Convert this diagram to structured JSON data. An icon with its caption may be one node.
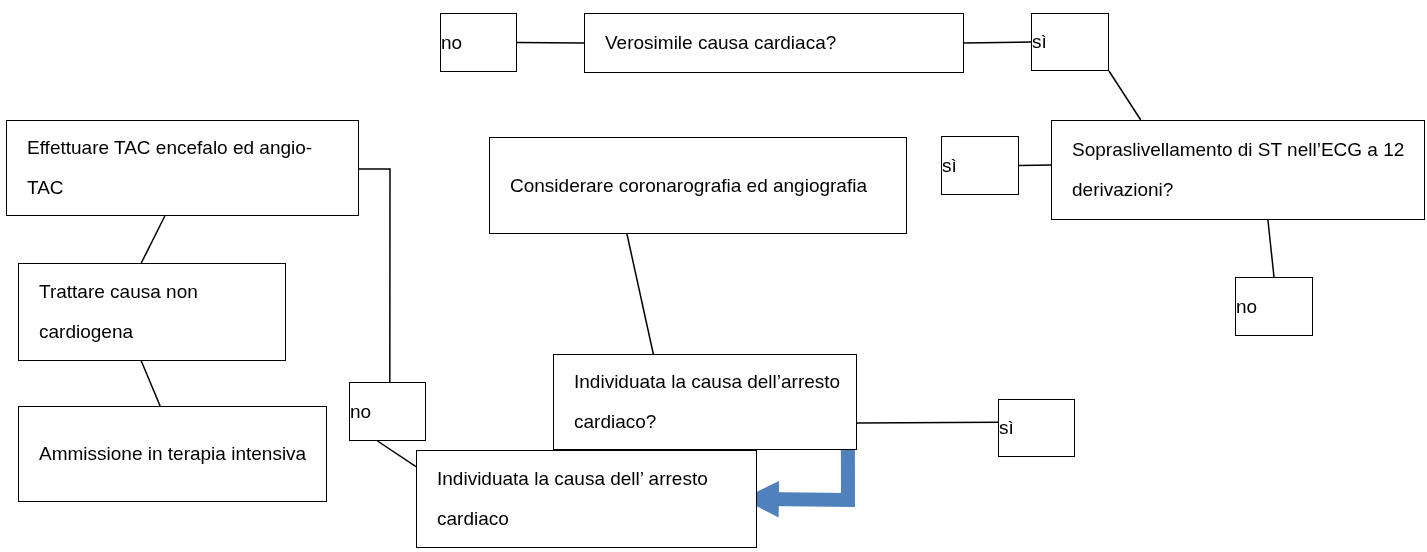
{
  "diagram": {
    "nodes": [
      {
        "text": [
          "no"
        ]
      },
      {
        "text": [
          "Verosimile causa cardiaca?"
        ]
      },
      {
        "text": [
          "sì"
        ]
      },
      {
        "text": [
          "Effettuare TAC encefalo ed angio-TAC"
        ]
      },
      {
        "text": [
          "Considerare coronarografia ed angiografia"
        ]
      },
      {
        "text": [
          "sì"
        ]
      },
      {
        "text": [
          "Sopraslivellamento di ST nell’ECG a 12 derivazioni?"
        ]
      },
      {
        "text": [
          "Trattare causa non cardiogena"
        ]
      },
      {
        "text": [
          "no"
        ]
      },
      {
        "text": [
          "Individuata la causa dell’arresto cardiaco?"
        ]
      },
      {
        "text": [
          "no"
        ]
      },
      {
        "text": [
          "sì"
        ]
      },
      {
        "text": [
          "Ammissione in terapia intensiva"
        ]
      },
      {
        "text": [
          "Individuata la causa dell’ arresto cardiaco"
        ]
      }
    ],
    "edges": [
      {
        "from": 1,
        "to": 0,
        "arrow": "none"
      },
      {
        "from": 1,
        "to": 2,
        "arrow": "none"
      },
      {
        "from": 2,
        "to": 6,
        "arrow": "none"
      },
      {
        "from": 6,
        "to": 5,
        "arrow": "none"
      },
      {
        "from": 6,
        "to": 8,
        "arrow": "none"
      },
      {
        "from": 3,
        "to": 7,
        "arrow": "none"
      },
      {
        "from": 7,
        "to": 12,
        "arrow": "none"
      },
      {
        "from": 3,
        "to": 10,
        "arrow": "none"
      },
      {
        "from": 10,
        "to": 13,
        "arrow": "none"
      },
      {
        "from": 4,
        "to": 9,
        "arrow": "none"
      },
      {
        "from": 9,
        "to": 11,
        "arrow": "none"
      },
      {
        "from": 9,
        "to": 13,
        "arrow": "to",
        "style": "thick",
        "color": "#4f81bd"
      }
    ]
  }
}
